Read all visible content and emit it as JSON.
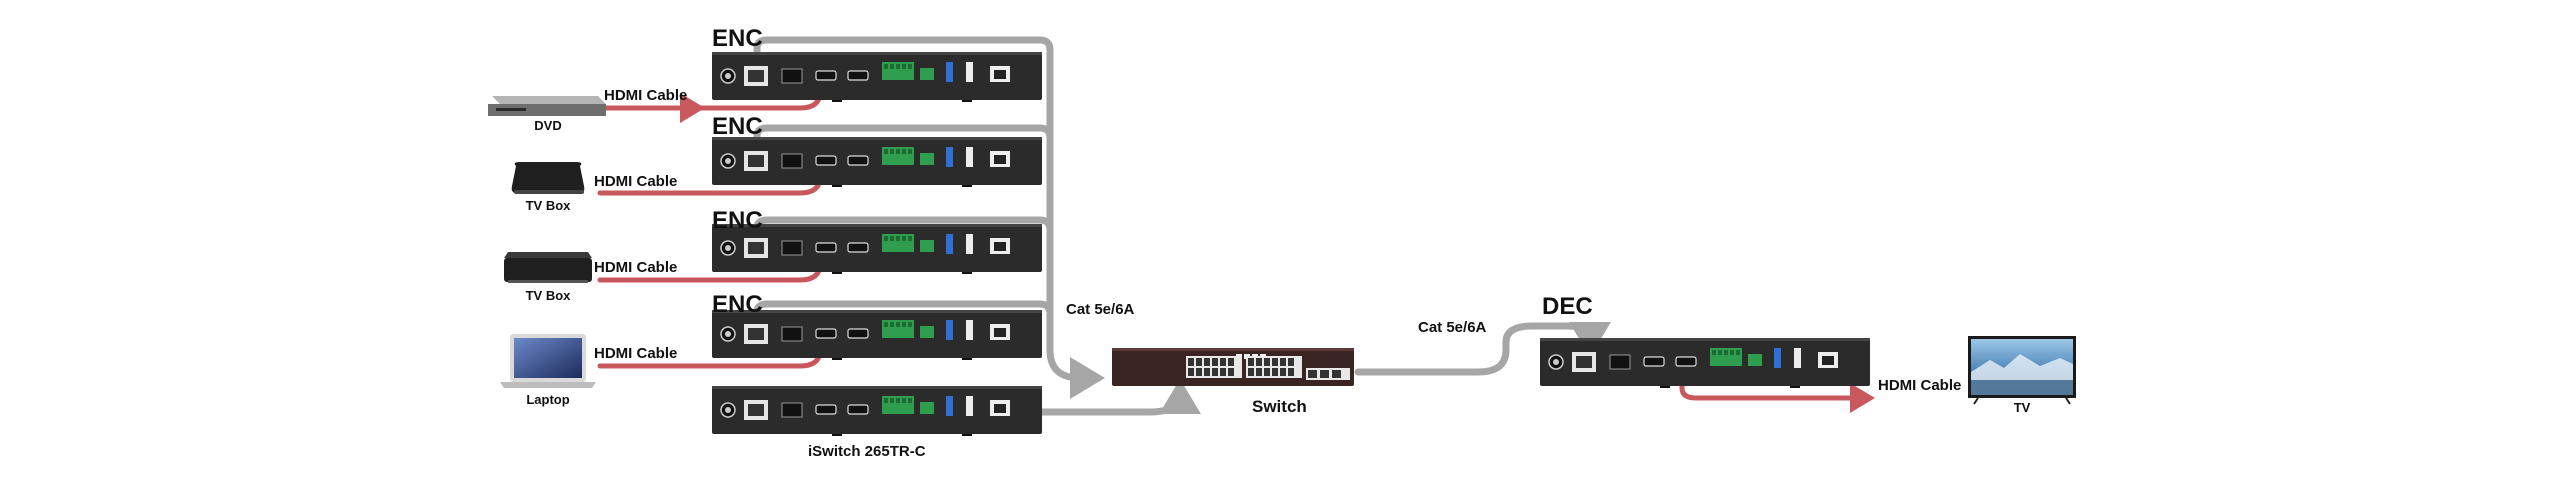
{
  "sources": [
    {
      "name": "DVD",
      "cable": "HDMI Cable",
      "icon": "dvd-player-icon"
    },
    {
      "name": "TV Box",
      "cable": "HDMI Cable",
      "icon": "tv-box-icon"
    },
    {
      "name": "TV Box",
      "cable": "HDMI Cable",
      "icon": "tv-box-icon"
    },
    {
      "name": "Laptop",
      "cable": "HDMI Cable",
      "icon": "laptop-icon"
    }
  ],
  "encoders": [
    "ENC",
    "ENC",
    "ENC",
    "ENC"
  ],
  "controller_label": "iSwitch 265TR-C",
  "cat_label_left": "Cat  5e/6A",
  "cat_label_right": "Cat  5e/6A",
  "switch_label": "Switch",
  "decoder_label": "DEC",
  "display": {
    "name": "TV",
    "cable": "HDMI Cable",
    "icon": "tv-icon"
  },
  "colors": {
    "hdmi": "#c9575e",
    "cat": "#a6a6a6",
    "device": "#2b2b2b",
    "switch_body": "#3a2422",
    "port_green": "#2f9e4f",
    "usb_blue": "#2f6fd6"
  }
}
